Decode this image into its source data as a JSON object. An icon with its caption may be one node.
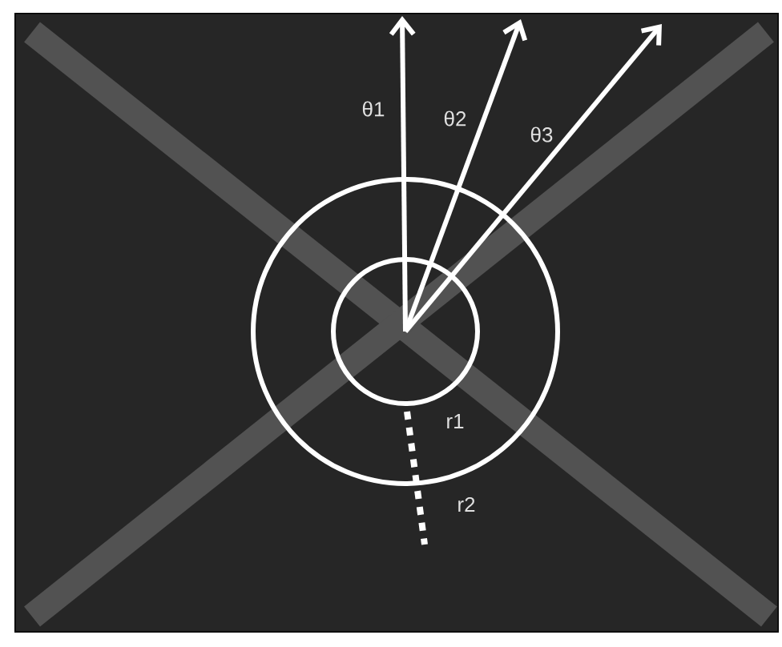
{
  "diagram": {
    "labels": [
      "θ1",
      "θ2",
      "θ3",
      "r1",
      "r2"
    ]
  }
}
